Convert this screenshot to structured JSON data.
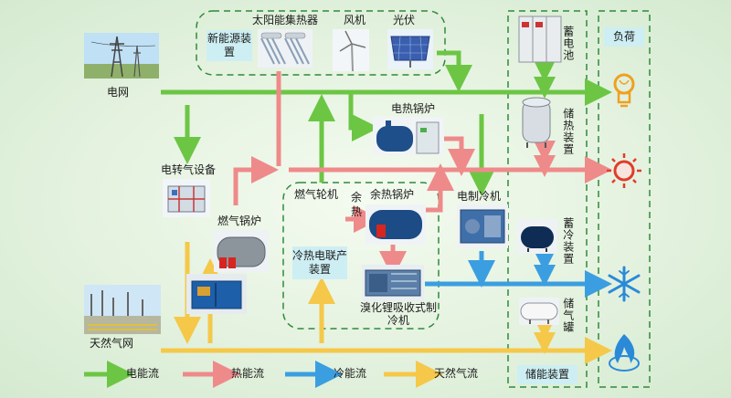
{
  "labels": {
    "grid": "电网",
    "solar_collector": "太阳能集热器",
    "wind": "风机",
    "pv": "光伏",
    "electric_boiler": "电热锅炉",
    "p2g": "电转气设备",
    "gas_boiler": "燃气锅炉",
    "gas_turbine": "燃气轮机",
    "waste_heat_boiler": "余热锅炉",
    "waste_heat": "余热",
    "electric_chiller": "电制冷机",
    "absorption_chiller": "溴化锂吸收式制冷机",
    "battery": "蓄电池",
    "heat_storage": "储热装置",
    "cold_storage": "蓄冷装置",
    "gas_storage": "储气罐",
    "natural_gas_grid": "天然气网"
  },
  "groups": {
    "renewable": "新能源装置",
    "cchp": "冷热电联产装置",
    "storage": "储能装置",
    "load": "负荷"
  },
  "legend": [
    {
      "label": "电能流",
      "color": "#6cc644"
    },
    {
      "label": "热能流",
      "color": "#ef8a8a"
    },
    {
      "label": "冷能流",
      "color": "#3b9ee0"
    },
    {
      "label": "天然气流",
      "color": "#f5c84a"
    }
  ],
  "colors": {
    "electric": "#6cc644",
    "heat": "#ef8a8a",
    "cold": "#3b9ee0",
    "gas": "#f5c84a",
    "dash": "#2f8a3a"
  },
  "icons": [
    "lightbulb-icon",
    "sun-icon",
    "snowflake-icon",
    "flame-icon"
  ]
}
